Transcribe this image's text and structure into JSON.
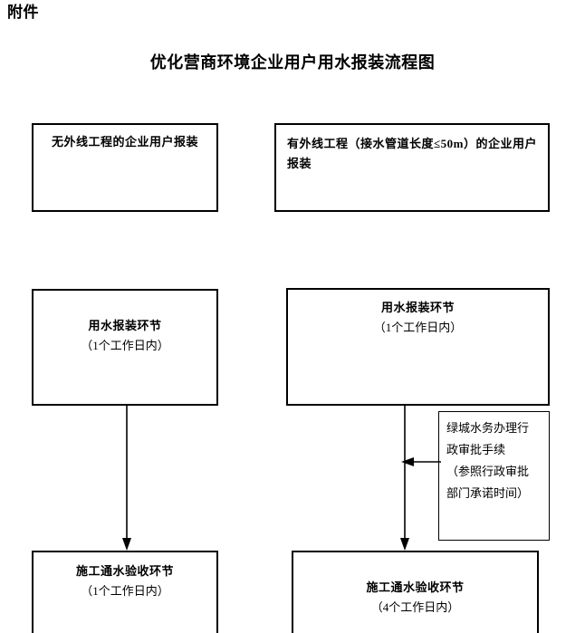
{
  "document": {
    "attachment_label": "附件",
    "title": "优化营商环境企业用户用水报装流程图"
  },
  "flow": {
    "left_branch": {
      "start": {
        "text": "无外线工程的企业用户报装"
      },
      "step1": {
        "title": "用水报装环节",
        "duration": "（1个工作日内）"
      },
      "step2": {
        "title": "施工通水验收环节",
        "duration": "（1个工作日内）"
      }
    },
    "right_branch": {
      "start": {
        "text": "有外线工程（接水管道长度≤50m）的企业用户报装"
      },
      "step1": {
        "title": "用水报装环节",
        "duration": "（1个工作日内）"
      },
      "note": {
        "line1": "绿城水务办理行",
        "line2": "政审批手续",
        "line3": "（参照行政审批",
        "line4": "部门承诺时间）"
      },
      "step2": {
        "title": "施工通水验收环节",
        "duration": "（4个工作日内）"
      }
    }
  },
  "colors": {
    "stroke": "#000000",
    "background": "#ffffff",
    "text": "#000000"
  }
}
